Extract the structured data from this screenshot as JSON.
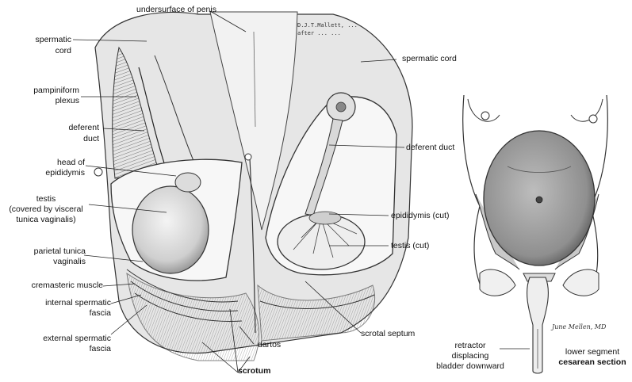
{
  "left_figure": {
    "labels": {
      "undersurface_of_penis": "undersurface of penis",
      "spermatic_cord_left_1": "spermatic",
      "spermatic_cord_left_2": "cord",
      "spermatic_cord_right": "spermatic cord",
      "pampiniform_1": "pampiniform",
      "pampiniform_2": "plexus",
      "deferent_duct_left_1": "deferent",
      "deferent_duct_left_2": "duct",
      "deferent_duct_right": "deferent duct",
      "head_epididymis_1": "head of",
      "head_epididymis_2": "epididymis",
      "testis_1": "testis",
      "testis_2": "(covered by visceral",
      "testis_3": "tunica vaginalis)",
      "epididymis_cut": "epididymis (cut)",
      "testis_cut": "testis (cut)",
      "parietal_1": "parietal tunica",
      "parietal_2": "vaginalis",
      "cremasteric": "cremasteric muscle",
      "internal_1": "internal spermatic",
      "internal_2": "fascia",
      "external_1": "external spermatic",
      "external_2": "fascia",
      "dartos": "dartos",
      "scrotal_septum": "scrotal septum",
      "scrotum": "scrotum"
    },
    "signature": [
      "D.J.T.Mallett, ...",
      "after ... ..."
    ]
  },
  "right_figure": {
    "labels": {
      "retractor_1": "retractor",
      "retractor_2": "displacing",
      "retractor_3": "bladder downward",
      "caption_1": "lower segment",
      "caption_2": "cesarean section"
    },
    "signature": "June Mellen, MD"
  }
}
